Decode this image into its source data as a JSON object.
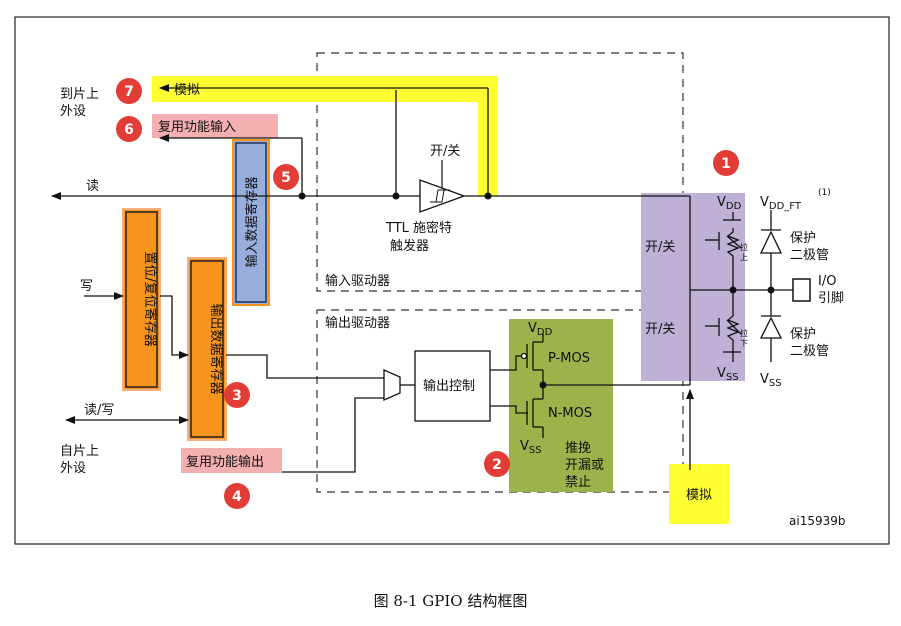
{
  "labels": {
    "to_peripheral": [
      "到片上",
      "外设"
    ],
    "from_peripheral": [
      "自片上",
      "外设"
    ],
    "analog": "模拟",
    "af_input": "复用功能输入",
    "read": "读",
    "write": "写",
    "read_write": "读/写",
    "input_data_reg": "输入数据寄存器",
    "bit_set_reset_reg": "置位/复位寄存器",
    "output_data_reg": "输出数据寄存器",
    "af_output": "复用功能输出",
    "on_off": "开/关",
    "schmitt": [
      "TTL 施密特",
      "触发器"
    ],
    "input_driver": "输入驱动器",
    "output_driver": "输出驱动器",
    "output_control": "输出控制",
    "vdd": "V",
    "vdd_sub": "DD",
    "vss": "V",
    "vss_sub": "SS",
    "pmos": "P-MOS",
    "nmos": "N-MOS",
    "mode": [
      "推挽",
      "开漏或",
      "禁止"
    ],
    "vdd_ft": "V",
    "vdd_ft_sub": "DD_FT",
    "vdd_ft_note": "(1)",
    "protect_diode": [
      "保护",
      "二极管"
    ],
    "pull_up": [
      "拉",
      "上"
    ],
    "pull_down": [
      "拉",
      "下"
    ],
    "io_pin": [
      "I/O",
      "引脚"
    ],
    "ref": "ai15939b"
  },
  "markers": [
    "1",
    "2",
    "3",
    "4",
    "5",
    "6",
    "7"
  ],
  "caption": "图 8-1 GPIO 结构框图",
  "colors": {
    "marker_red": "#e13c36",
    "highlight_yellow": "#ffff33",
    "highlight_pink": "#f4b0b0",
    "blue_box": "#9aaedd",
    "orange_box": "#f7941e",
    "olive_box": "#9cb24a",
    "lavender_box": "#bfb0d6"
  }
}
